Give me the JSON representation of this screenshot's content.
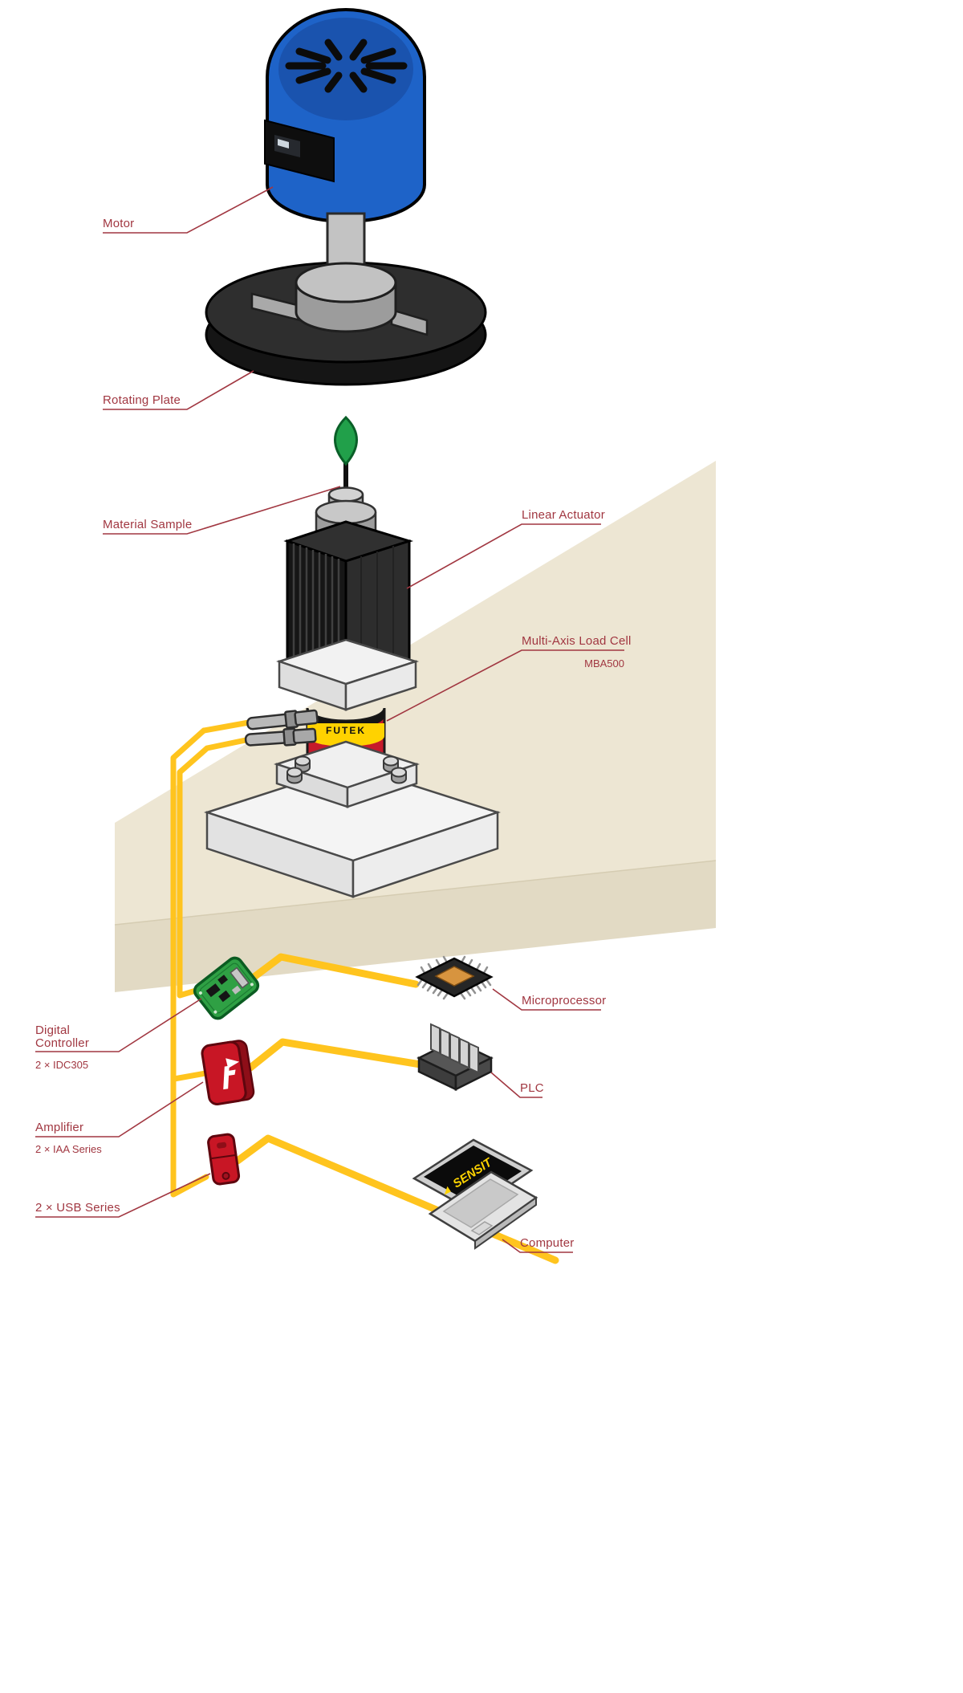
{
  "page": {
    "background": "#FFFFFF"
  },
  "colors": {
    "label_red": "#A13741",
    "cable_yellow": "#FFC41E",
    "motor_blue": "#1E63C8",
    "load_cell_red": "#C61A2B",
    "brand_band_yellow": "#FFD200",
    "sample_green": "#21A04A",
    "pcb_green": "#2FA044",
    "surface_beige": "#EDE6D3"
  },
  "labels": {
    "motor": "Motor",
    "rotating_plate": "Rotating Plate",
    "material_sample": "Material Sample",
    "linear_actuator": "Linear Actuator",
    "load_cell": "Multi-Axis Load Cell",
    "load_cell_model": "MBA500",
    "digital_controller_line1": "Digital",
    "digital_controller_line2": "Controller",
    "digital_controller_model": "2 × IDC305",
    "microprocessor": "Microprocessor",
    "amplifier": "Amplifier",
    "amplifier_model": "2 × IAA Series",
    "usb": "2 × USB Series",
    "plc": "PLC",
    "computer": "Computer"
  },
  "device_text": {
    "load_cell_brand": "FUTEK",
    "laptop_screen_brand": "SENSIT"
  }
}
